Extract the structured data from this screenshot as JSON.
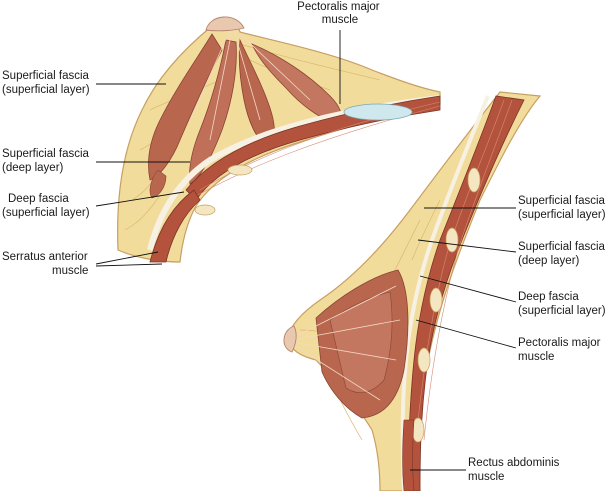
{
  "colors": {
    "fat": "#f2dc9c",
    "fat_dark": "#d9b96a",
    "gland": "#b8664e",
    "gland_light": "#d79a80",
    "muscle": "#b4533d",
    "muscle_light": "#d58a70",
    "fascia": "#f7f1e3",
    "skin": "#e9c8b0",
    "cartilage": "#cfe8ee",
    "leader": "#111111"
  },
  "labels": {
    "top_pectoralis": [
      "Pectoralis major",
      "muscle"
    ],
    "left_superficial_fascia_superficial": [
      "Superficial fascia",
      "(superficial layer)"
    ],
    "left_superficial_fascia_deep": [
      "Superficial fascia",
      "(deep layer)"
    ],
    "left_deep_fascia": [
      "Deep fascia",
      "(superficial layer)"
    ],
    "left_serratus": [
      "Serratus anterior",
      "muscle"
    ],
    "right_superficial_fascia_superficial": [
      "Superficial fascia",
      "(superficial layer)"
    ],
    "right_superficial_fascia_deep": [
      "Superficial fascia",
      "(deep layer)"
    ],
    "right_deep_fascia": [
      "Deep fascia",
      "(superficial layer)"
    ],
    "right_pectoralis": [
      "Pectoralis major",
      "muscle"
    ],
    "right_rectus": [
      "Rectus abdominis",
      "muscle"
    ]
  }
}
